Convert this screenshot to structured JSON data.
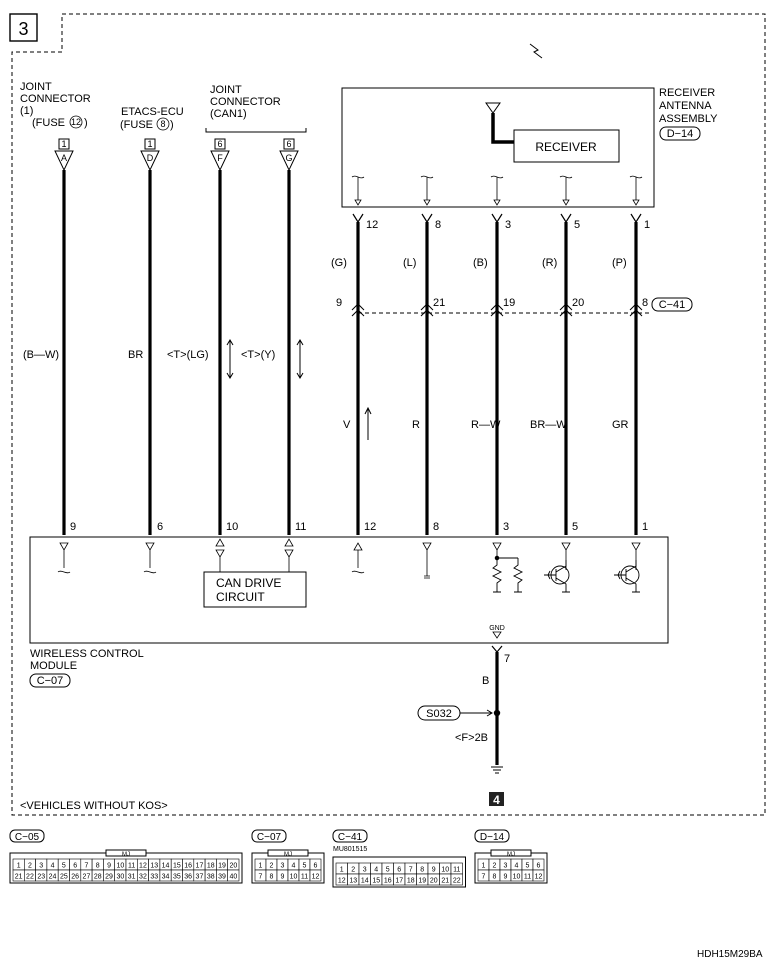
{
  "page": {
    "number": "3",
    "next_page": "4",
    "footer_note": "<VEHICLES WITHOUT KOS>",
    "figure_code": "HDH15M29BA"
  },
  "sources": {
    "joint_connector_1": {
      "line1": "JOINT",
      "line2": "CONNECTOR",
      "line3": "(1)",
      "line4": "(FUSE",
      "fuse_num": "12",
      "terminal": "A",
      "connector_ref": "1",
      "wire_color": "(B—W)",
      "pin": "9"
    },
    "etacs_ecu": {
      "line1": "ETACS-ECU",
      "line2": "(FUSE",
      "fuse_num": "8",
      "terminal": "D",
      "connector_ref": "1",
      "wire_color": "BR",
      "pin": "6"
    },
    "joint_connector_can1": {
      "line1": "JOINT",
      "line2": "CONNECTOR",
      "line3": "(CAN1)",
      "terminals": [
        {
          "connector_ref": "6",
          "terminal": "F",
          "wire_label": "<T>(LG)",
          "pin": "10"
        },
        {
          "connector_ref": "6",
          "terminal": "G",
          "wire_label": "<T>(Y)",
          "pin": "11"
        }
      ]
    }
  },
  "receiver_assembly": {
    "label_lines": [
      "RECEIVER",
      "ANTENNA",
      "ASSEMBLY"
    ],
    "connector": "D−14",
    "receiver_label": "RECEIVER",
    "wires": [
      {
        "top_pin": "12",
        "top_color": "(G)",
        "mid_pin": "9",
        "bottom_color": "V",
        "bottom_pin": "12"
      },
      {
        "top_pin": "8",
        "top_color": "(L)",
        "mid_pin": "21",
        "bottom_color": "R",
        "bottom_pin": "8"
      },
      {
        "top_pin": "3",
        "top_color": "(B)",
        "mid_pin": "19",
        "bottom_color": "R—W",
        "bottom_pin": "3"
      },
      {
        "top_pin": "5",
        "top_color": "(R)",
        "mid_pin": "20",
        "bottom_color": "BR—W",
        "bottom_pin": "5"
      },
      {
        "top_pin": "1",
        "top_color": "(P)",
        "mid_pin": "8",
        "bottom_color": "GR",
        "bottom_pin": "1"
      }
    ],
    "intermediate_connector": "C−41"
  },
  "module": {
    "label_lines": [
      "WIRELESS CONTROL",
      "MODULE"
    ],
    "connector": "C−07",
    "can_circuit_lines": [
      "CAN DRIVE",
      "CIRCUIT"
    ],
    "gnd_label": "GND",
    "gnd_pin": "7",
    "gnd_wire_color": "B",
    "splice": "S032",
    "ground_label": "<F>2B"
  },
  "connector_views": [
    {
      "name": "C−05",
      "sub": "",
      "top_label": "MJ",
      "row1": [
        "1",
        "2",
        "3",
        "4",
        "5",
        "6",
        "7",
        "8",
        "9",
        "10",
        "11",
        "12",
        "13",
        "14",
        "15",
        "16",
        "17",
        "18",
        "19",
        "20"
      ],
      "row2": [
        "21",
        "22",
        "23",
        "24",
        "25",
        "26",
        "27",
        "28",
        "29",
        "30",
        "31",
        "32",
        "33",
        "34",
        "35",
        "36",
        "37",
        "38",
        "39",
        "40"
      ]
    },
    {
      "name": "C−07",
      "sub": "",
      "top_label": "MJ",
      "row1": [
        "1",
        "2",
        "3",
        "4",
        "5",
        "6"
      ],
      "row2": [
        "7",
        "8",
        "9",
        "10",
        "11",
        "12"
      ]
    },
    {
      "name": "C−41",
      "sub": "MU801515",
      "top_label": "",
      "row1": [
        "1",
        "2",
        "3",
        "4",
        "5",
        "6",
        "7",
        "8",
        "9",
        "10",
        "11"
      ],
      "row2": [
        "12",
        "13",
        "14",
        "15",
        "16",
        "17",
        "18",
        "19",
        "20",
        "21",
        "22"
      ]
    },
    {
      "name": "D−14",
      "sub": "",
      "top_label": "MJ",
      "row1": [
        "1",
        "2",
        "3",
        "4",
        "5",
        "6"
      ],
      "row2": [
        "7",
        "8",
        "9",
        "10",
        "11",
        "12"
      ]
    }
  ]
}
